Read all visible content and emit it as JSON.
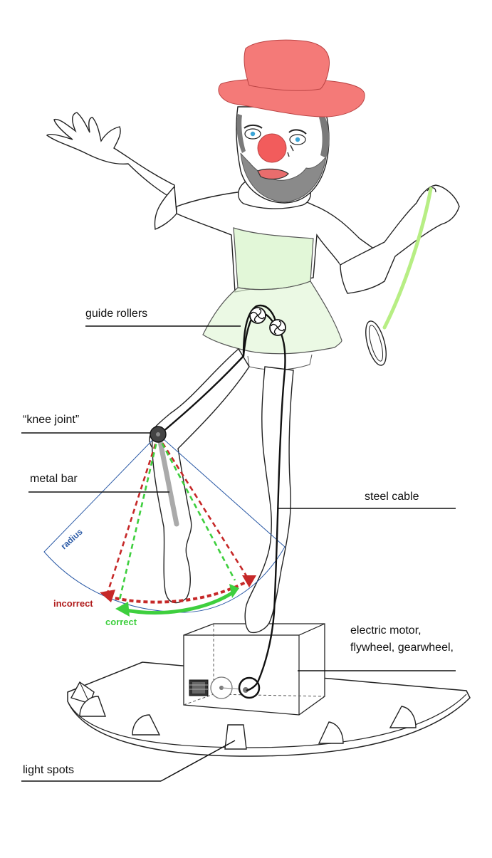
{
  "labels": {
    "guide_rollers": "guide rollers",
    "knee_joint": "“knee joint”",
    "metal_bar": "metal bar",
    "steel_cable": "steel cable",
    "radius": "radius",
    "incorrect": "incorrect",
    "correct": "correct",
    "motor_line1": "electric motor,",
    "motor_line2": "flywheel, gearwheel,",
    "light_spots": "light spots"
  },
  "colors": {
    "hat": "#f47a78",
    "nose": "#f25c5c",
    "beard": "#8a8a8a",
    "dress": "#e2f7d8",
    "incorrect": "#c62828",
    "correct": "#3ecf3e",
    "radius": "#2b5aa6",
    "cable": "#111111",
    "hoop_line": "#b7ee84"
  },
  "icons": {
    "roller": "guide-roller-icon",
    "motor": "electric-motor-icon",
    "flywheel": "flywheel-icon",
    "light": "light-spot-icon"
  }
}
